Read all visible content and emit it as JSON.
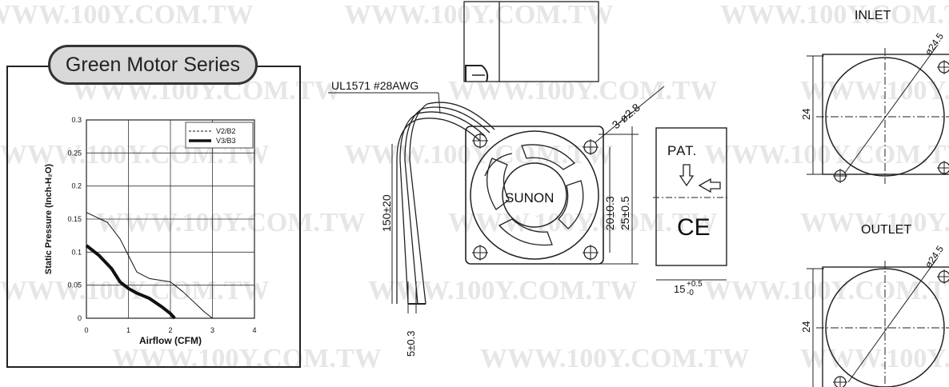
{
  "watermark": "WWW.100Y.COM.TW",
  "series_title": "Green Motor Series",
  "chart_data": {
    "type": "line",
    "xlabel": "Airflow (CFM)",
    "ylabel": "Static Pressure (Inch-H₂O)",
    "xlim": [
      0,
      4
    ],
    "ylim": [
      0,
      0.3
    ],
    "x_ticks": [
      "0",
      "1",
      "2",
      "3",
      "4"
    ],
    "y_ticks": [
      "0",
      "0.05",
      "0.1",
      "0.15",
      "0.2",
      "0.25",
      "0.3"
    ],
    "grid": true,
    "legend": "top-right",
    "series": [
      {
        "name": "V2/B2",
        "style": "thin",
        "x": [
          0,
          0.5,
          0.8,
          1.0,
          1.2,
          1.5,
          1.8,
          2.0,
          2.3,
          2.6,
          2.8,
          3.0
        ],
        "y": [
          0.16,
          0.145,
          0.12,
          0.095,
          0.07,
          0.06,
          0.057,
          0.055,
          0.04,
          0.022,
          0.01,
          0
        ]
      },
      {
        "name": "V3/B3",
        "style": "thick",
        "x": [
          0,
          0.3,
          0.6,
          0.8,
          1.0,
          1.2,
          1.5,
          1.8,
          2.0,
          2.1
        ],
        "y": [
          0.11,
          0.095,
          0.075,
          0.055,
          0.045,
          0.038,
          0.03,
          0.017,
          0.007,
          0
        ]
      }
    ]
  },
  "drawing": {
    "wire_spec": "UL1571  #28AWG",
    "lead_length": "150±20",
    "strip_length": "5±0.3",
    "hole_dim": "3-ø2.8",
    "hole_pitch": "20±0.3",
    "fan_size": "25±0.5",
    "brand": "SUNON",
    "label_pat": "PAT.",
    "label_ce": "CE",
    "thickness": "15",
    "thickness_tol_upper": "+0.5",
    "thickness_tol_lower": "-0",
    "inlet_label": "INLET",
    "outlet_label": "OUTLET",
    "inlet_dim": "24",
    "outlet_dim": "24",
    "inlet_dia": "ø24.5",
    "outlet_dia": "ø24.5"
  }
}
